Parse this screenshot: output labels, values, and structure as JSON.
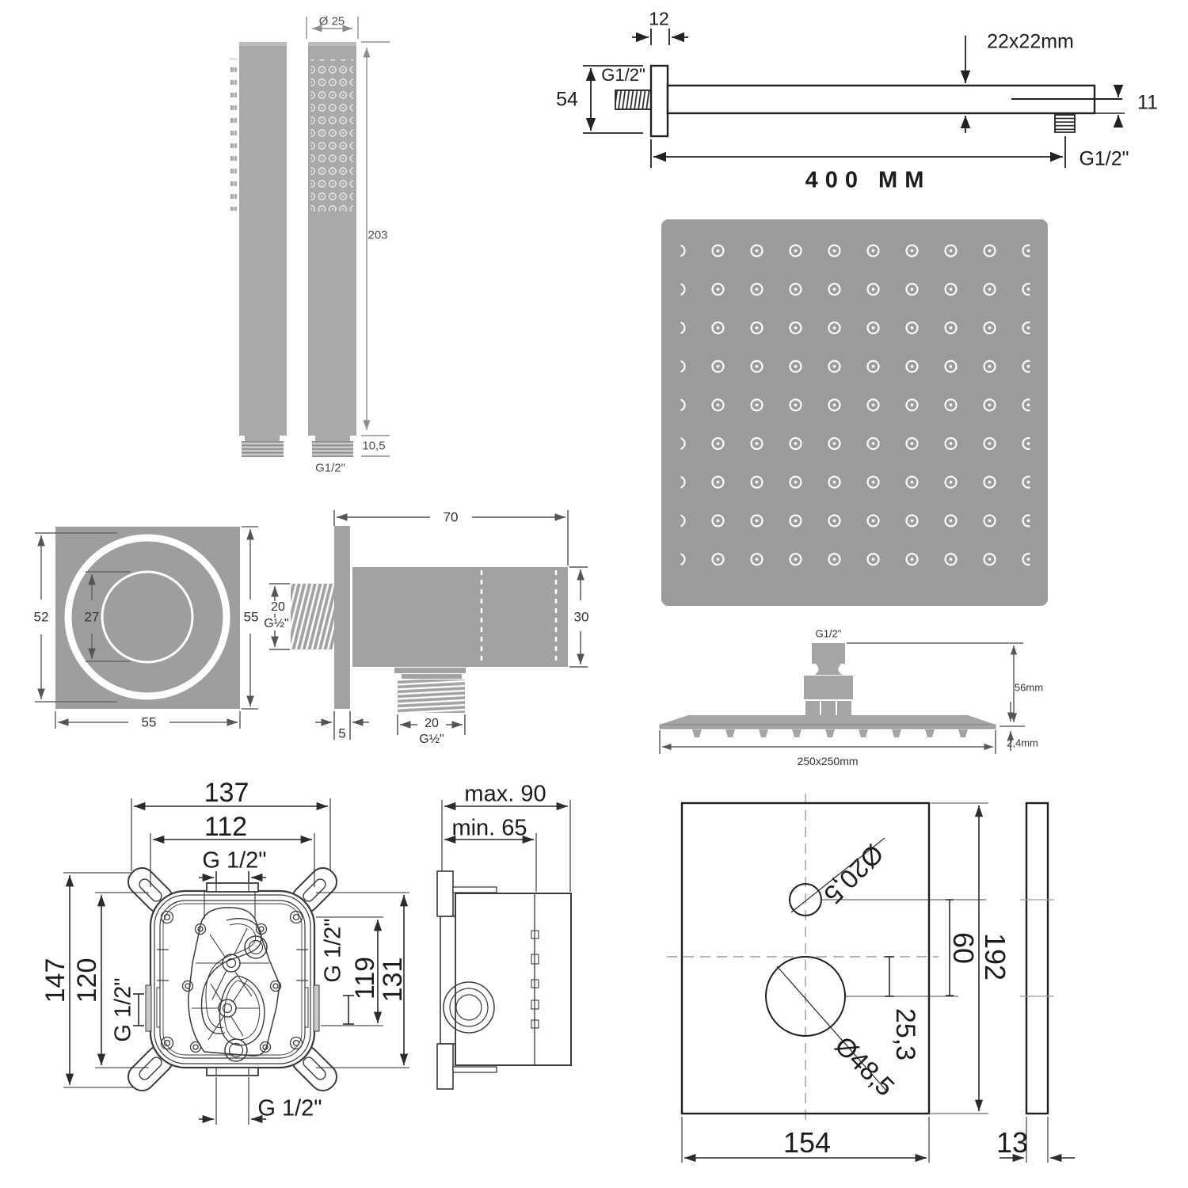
{
  "handshower": {
    "diameter": "Ø 25",
    "length": "203",
    "tip_length": "10,5",
    "thread": "G1/2\""
  },
  "shower_arm": {
    "flange_thickness": "12",
    "flange_height": "54",
    "wall_thread": "G1/2\"",
    "profile": "22x22mm",
    "outlet_offset": "11",
    "outlet_thread": "G1/2\"",
    "length": "400 MM"
  },
  "head_side": {
    "thread": "G1/2\"",
    "height": "56mm",
    "plate_thickness": "2,4mm",
    "size": "250x250mm"
  },
  "outlet_front": {
    "ring_outer": "52",
    "ring_inner": "27",
    "height": "55",
    "width": "55"
  },
  "outlet_side": {
    "length": "70",
    "inlet_length": "20",
    "inlet_thread": "G½\"",
    "body_height": "30",
    "plate_thickness": "5",
    "outlet_length": "20",
    "outlet_thread": "G½\""
  },
  "valve_front": {
    "width_total": "137",
    "width_body": "112",
    "thread_top": "G 1/2\"",
    "height_total": "147",
    "height_body": "120",
    "thread_left": "G 1/2\"",
    "thread_right": "G 1/2\"",
    "port_span_right": "119",
    "height_right": "131",
    "thread_bottom": "G 1/2\""
  },
  "valve_side": {
    "depth_max": "max. 90",
    "depth_min": "min. 65"
  },
  "cover_plate": {
    "hole_top": "Ø20,5",
    "hole_centers": "60",
    "height": "192",
    "hole_offset": "25,3",
    "hole_bottom": "Ø48,5",
    "width": "154",
    "thickness": "13"
  }
}
